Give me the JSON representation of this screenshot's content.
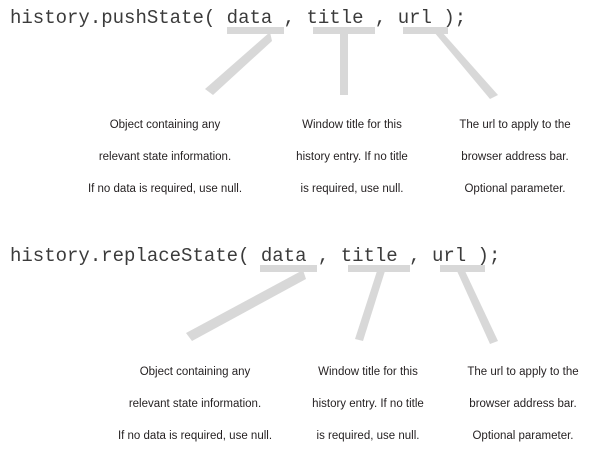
{
  "page": {
    "title": "HTML5 History API pushState / replaceState parameter diagram",
    "background_color": "#ffffff",
    "code_color": "#3b3b3b",
    "note_color": "#231f20",
    "connector_color": "#d8d8d8"
  },
  "blocks": [
    {
      "id": "push-state",
      "signature": {
        "object": "history",
        "dot": ".",
        "method": "pushState",
        "open_paren": "( ",
        "args": [
          "data",
          "title",
          "url"
        ],
        "separator": " , ",
        "close_paren": " );",
        "full_text": "history.pushState( data , title , url );"
      },
      "notes": [
        {
          "id": "push-data-note",
          "target_arg": "data",
          "lines": [
            "Object containing any",
            "relevant state information.",
            "If no data is required, use null."
          ]
        },
        {
          "id": "push-title-note",
          "target_arg": "title",
          "lines": [
            "Window title for this",
            "history entry. If no title",
            "is required, use null."
          ]
        },
        {
          "id": "push-url-note",
          "target_arg": "url",
          "lines": [
            "The url to apply to the",
            "browser address bar.",
            "Optional parameter."
          ]
        }
      ]
    },
    {
      "id": "replace-state",
      "signature": {
        "object": "history",
        "dot": ".",
        "method": "replaceState",
        "open_paren": "( ",
        "args": [
          "data",
          "title",
          "url"
        ],
        "separator": " , ",
        "close_paren": " );",
        "full_text": "history.replaceState( data , title , url );"
      },
      "notes": [
        {
          "id": "replace-data-note",
          "target_arg": "data",
          "lines": [
            "Object containing any",
            "relevant state information.",
            "If no data is required, use null."
          ]
        },
        {
          "id": "replace-title-note",
          "target_arg": "title",
          "lines": [
            "Window title for this",
            "history entry. If no title",
            "is required, use null."
          ]
        },
        {
          "id": "replace-url-note",
          "target_arg": "url",
          "lines": [
            "The url to apply to the",
            "browser address bar.",
            "Optional parameter."
          ]
        }
      ]
    }
  ]
}
